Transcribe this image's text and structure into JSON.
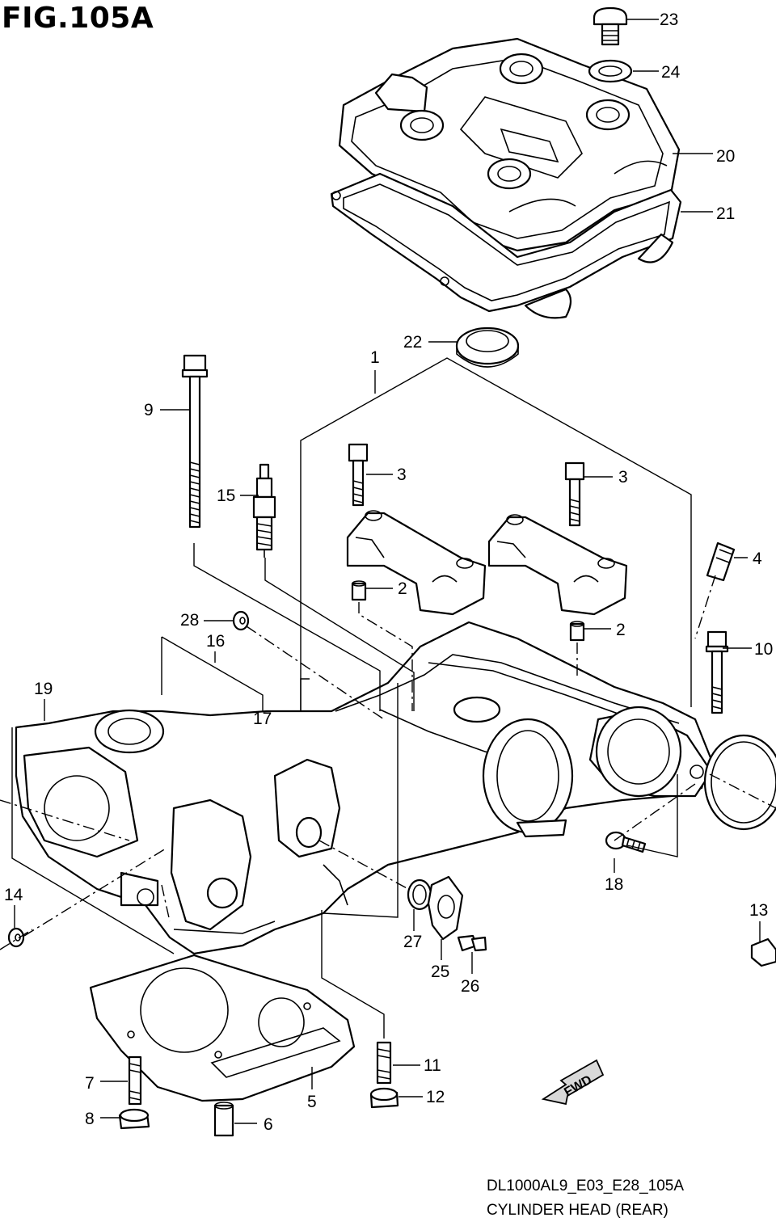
{
  "figure": {
    "title": "FIG.105A",
    "model_code": "DL1000AL9_E03_E28_105A",
    "name": "CYLINDER HEAD (REAR)",
    "fwd_label": "FWD"
  },
  "callouts": [
    "23",
    "24",
    "20",
    "21",
    "22",
    "1",
    "9",
    "3",
    "3",
    "15",
    "4",
    "2",
    "2",
    "28",
    "16",
    "10",
    "19",
    "17",
    "18",
    "14",
    "13",
    "27",
    "25",
    "26",
    "11",
    "7",
    "12",
    "5",
    "8",
    "6"
  ]
}
